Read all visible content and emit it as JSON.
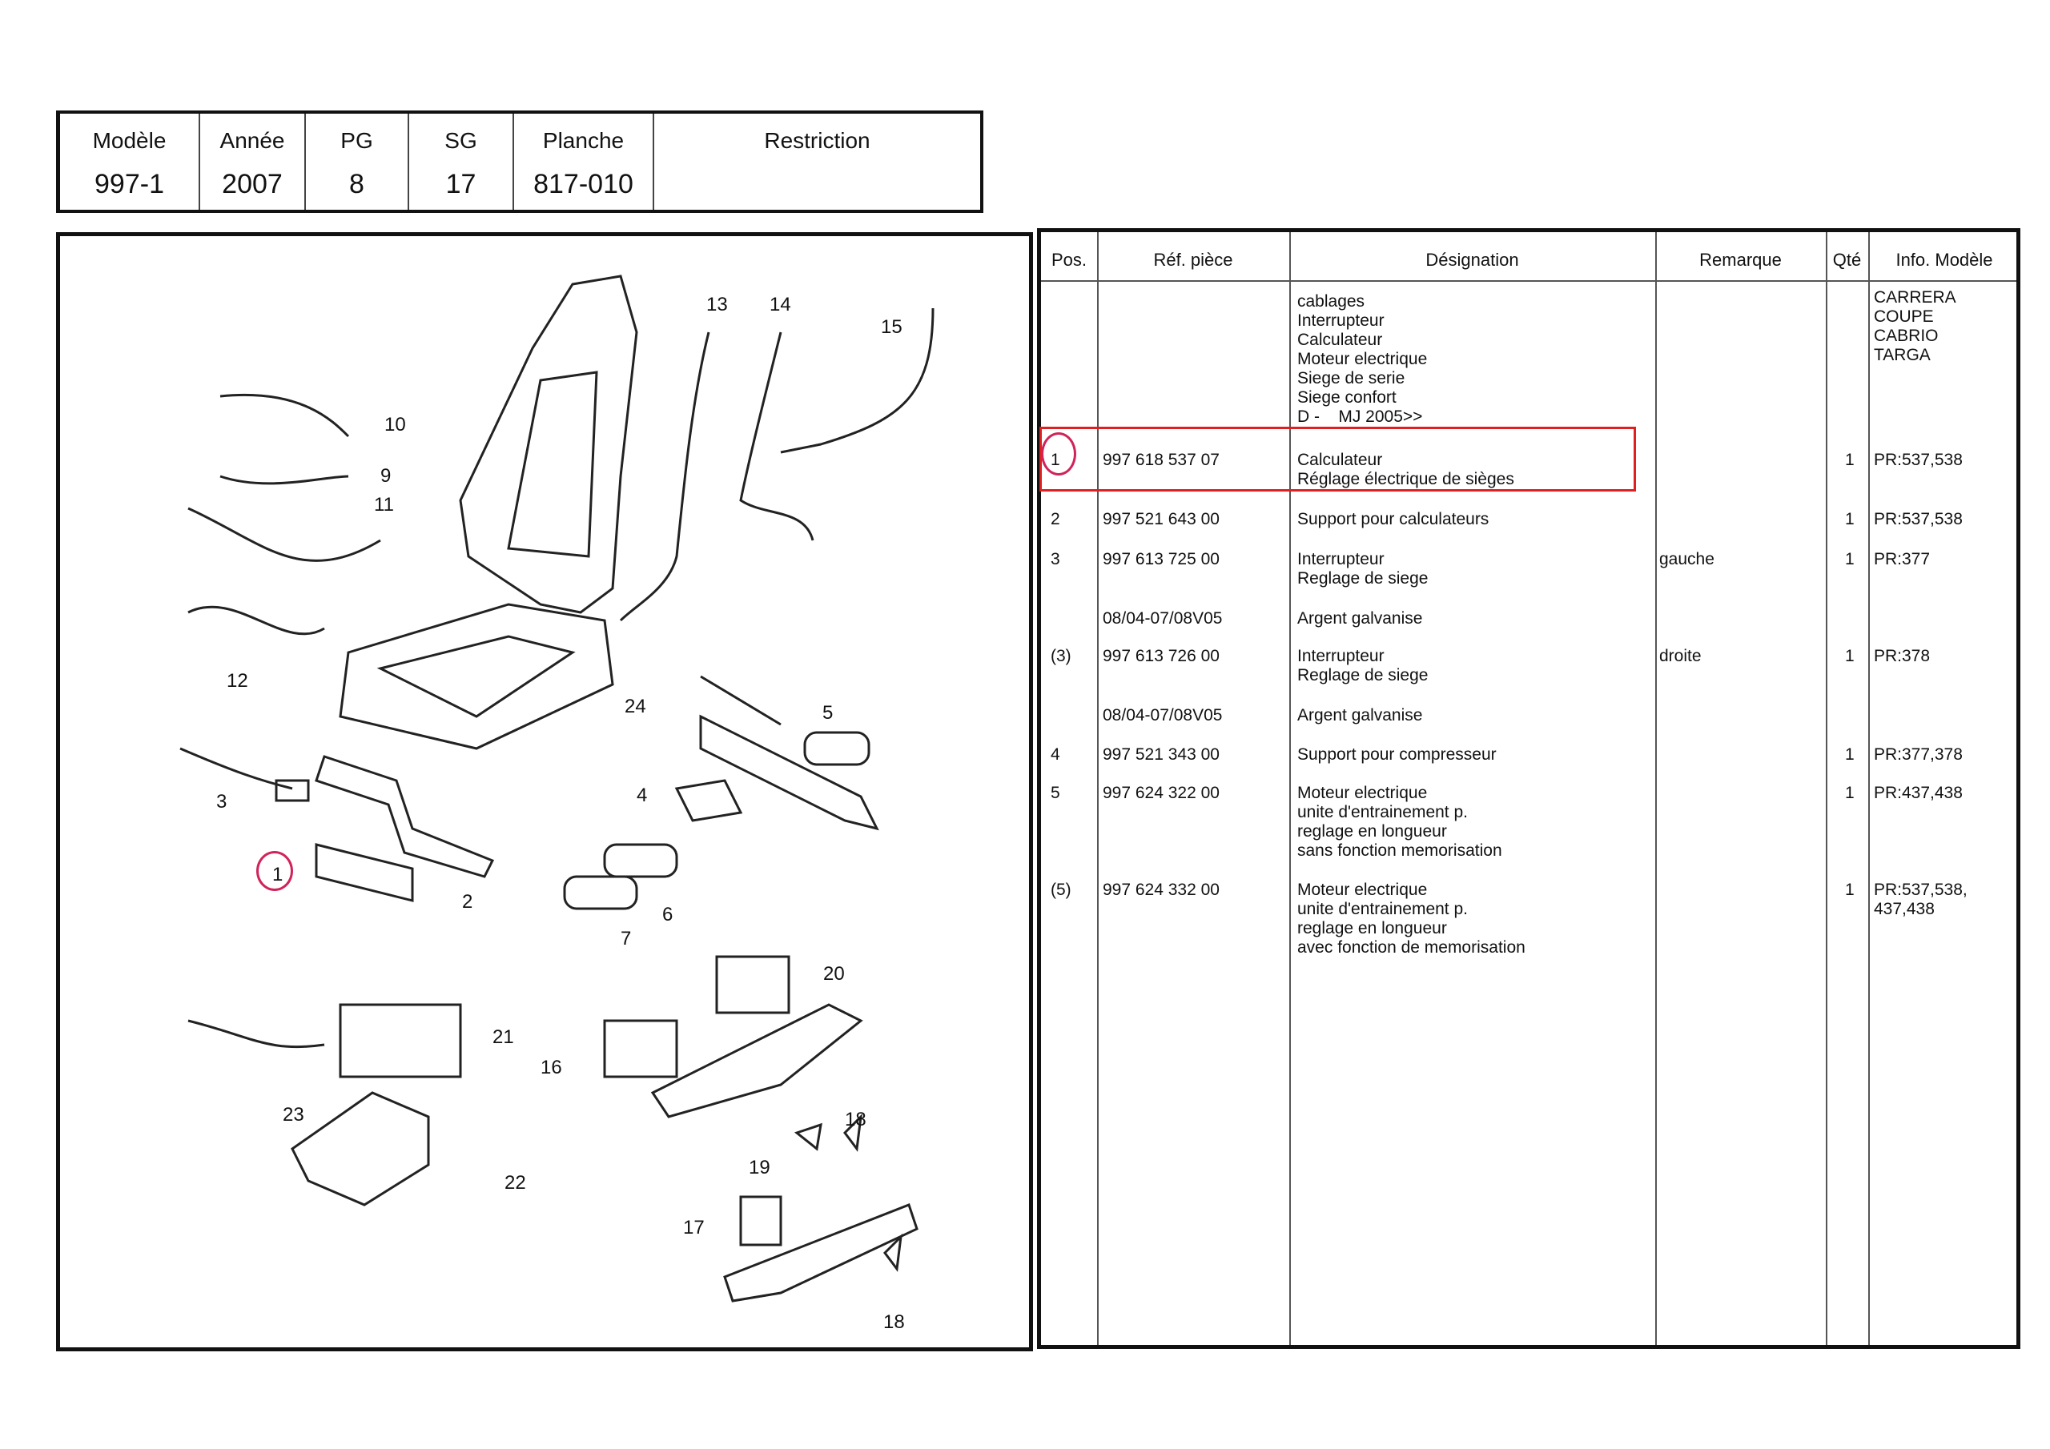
{
  "header": {
    "columns": [
      {
        "label": "Modèle",
        "value": "997-1"
      },
      {
        "label": "Année",
        "value": "2007"
      },
      {
        "label": "PG",
        "value": "8"
      },
      {
        "label": "SG",
        "value": "17"
      },
      {
        "label": "Planche",
        "value": "817-010"
      },
      {
        "label": "Restriction",
        "value": ""
      }
    ]
  },
  "diagram": {
    "labels": [
      "1",
      "2",
      "3",
      "4",
      "5",
      "6",
      "7",
      "9",
      "10",
      "11",
      "12",
      "13",
      "14",
      "15",
      "16",
      "17",
      "18",
      "18",
      "19",
      "20",
      "21",
      "22",
      "23",
      "24"
    ]
  },
  "parts_table": {
    "headers": {
      "pos": "Pos.",
      "ref": "Réf. pièce",
      "designation": "Désignation",
      "remarque": "Remarque",
      "qte": "Qté",
      "info": "Info. Modèle"
    },
    "general": {
      "designation": "cablages\nInterrupteur\nCalculateur\nMoteur electrique\nSiege de serie\nSiege confort\nD -    MJ 2005>>",
      "info": "CARRERA\nCOUPE\nCABRIO\nTARGA"
    },
    "rows": [
      {
        "pos": "1",
        "ref": "997 618 537 07",
        "designation": "Calculateur\nRéglage électrique de sièges",
        "remarque": "",
        "qte": "1",
        "info": "PR:537,538"
      },
      {
        "pos": "2",
        "ref": "997 521 643 00",
        "designation": "Support pour calculateurs",
        "remarque": "",
        "qte": "1",
        "info": "PR:537,538"
      },
      {
        "pos": "3",
        "ref": "997 613 725 00",
        "designation": "Interrupteur\nReglage de siege",
        "remarque": "gauche",
        "qte": "1",
        "info": "PR:377"
      },
      {
        "pos": "",
        "ref": "08/04-07/08V05",
        "designation": "Argent galvanise",
        "remarque": "",
        "qte": "",
        "info": ""
      },
      {
        "pos": "(3)",
        "ref": "997 613 726 00",
        "designation": "Interrupteur\nReglage de siege",
        "remarque": "droite",
        "qte": "1",
        "info": "PR:378"
      },
      {
        "pos": "",
        "ref": "08/04-07/08V05",
        "designation": "Argent galvanise",
        "remarque": "",
        "qte": "",
        "info": ""
      },
      {
        "pos": "4",
        "ref": "997 521 343 00",
        "designation": "Support pour compresseur",
        "remarque": "",
        "qte": "1",
        "info": "PR:377,378"
      },
      {
        "pos": "5",
        "ref": "997 624 322 00",
        "designation": "Moteur electrique\nunite d'entrainement p.\nreglage en longueur\nsans fonction memorisation",
        "remarque": "",
        "qte": "1",
        "info": "PR:437,438"
      },
      {
        "pos": "(5)",
        "ref": "997 624 332 00",
        "designation": "Moteur electrique\nunite d'entrainement p.\nreglage en longueur\navec fonction de memorisation",
        "remarque": "",
        "qte": "1",
        "info": "PR:537,538,\n437,438"
      }
    ]
  },
  "colors": {
    "highlight_box": "#e02020",
    "highlight_circle": "#d0245a"
  }
}
